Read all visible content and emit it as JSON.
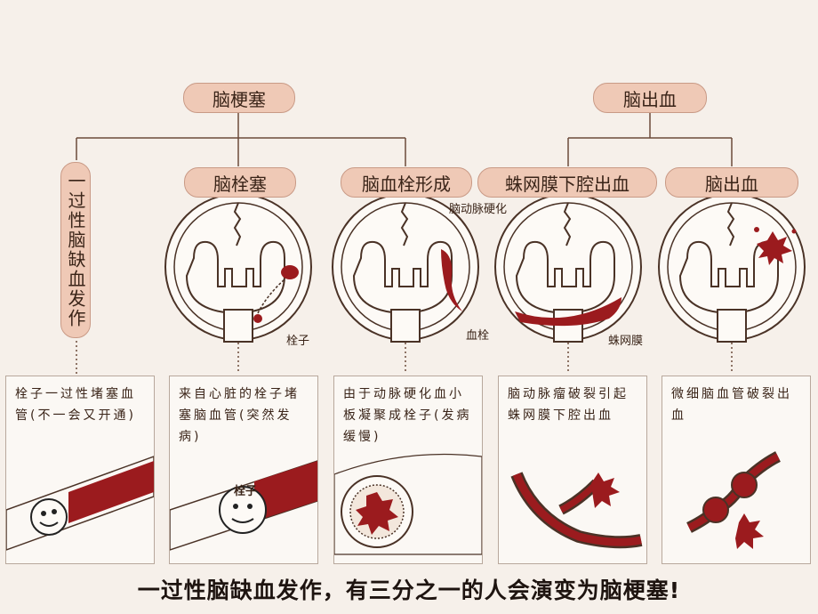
{
  "top_left_title": "脑梗塞",
  "top_right_title": "脑出血",
  "tia_label": "一过性脑缺血发作",
  "sub_titles": [
    "脑栓塞",
    "脑血栓形成",
    "蛛网膜下腔出血",
    "脑出血"
  ],
  "annotations": {
    "embolus": "栓子",
    "thrombus": "血栓",
    "arteriosclerosis": "脑动脉硬化",
    "arachnoid": "蛛网膜"
  },
  "panels": [
    {
      "text": "栓子一过性堵塞血管(不一会又开通)"
    },
    {
      "text": "来自心脏的栓子堵塞脑血管(突然发病)",
      "tag": "栓子"
    },
    {
      "text": "由于动脉硬化血小板凝聚成栓子(发病缓慢)"
    },
    {
      "text": "脑动脉瘤破裂引起蛛网膜下腔出血"
    },
    {
      "text": "微细脑血管破裂出血"
    }
  ],
  "caption": "一过性脑缺血发作，有三分之一的人会演变为脑梗塞!",
  "colors": {
    "blood": "#9b1b1e",
    "pill": "#efc9b6",
    "line": "#6b4a3a"
  }
}
